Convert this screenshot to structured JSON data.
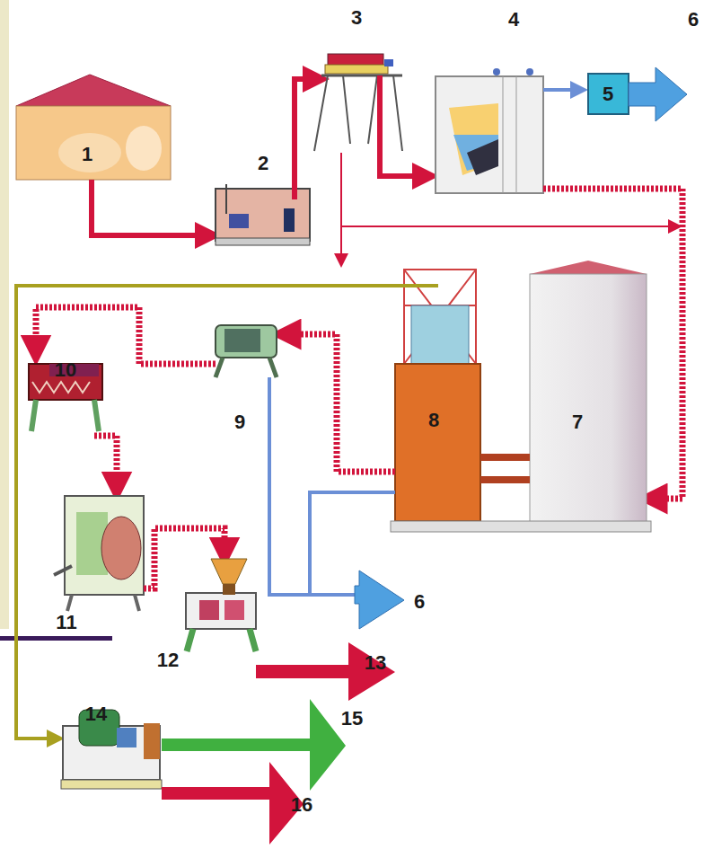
{
  "diagram": {
    "labels": [
      "3",
      "4",
      "6",
      "1",
      "5",
      "2",
      "10",
      "9",
      "8",
      "7",
      "11",
      "6",
      "12",
      "13",
      "14",
      "15",
      "16"
    ]
  }
}
